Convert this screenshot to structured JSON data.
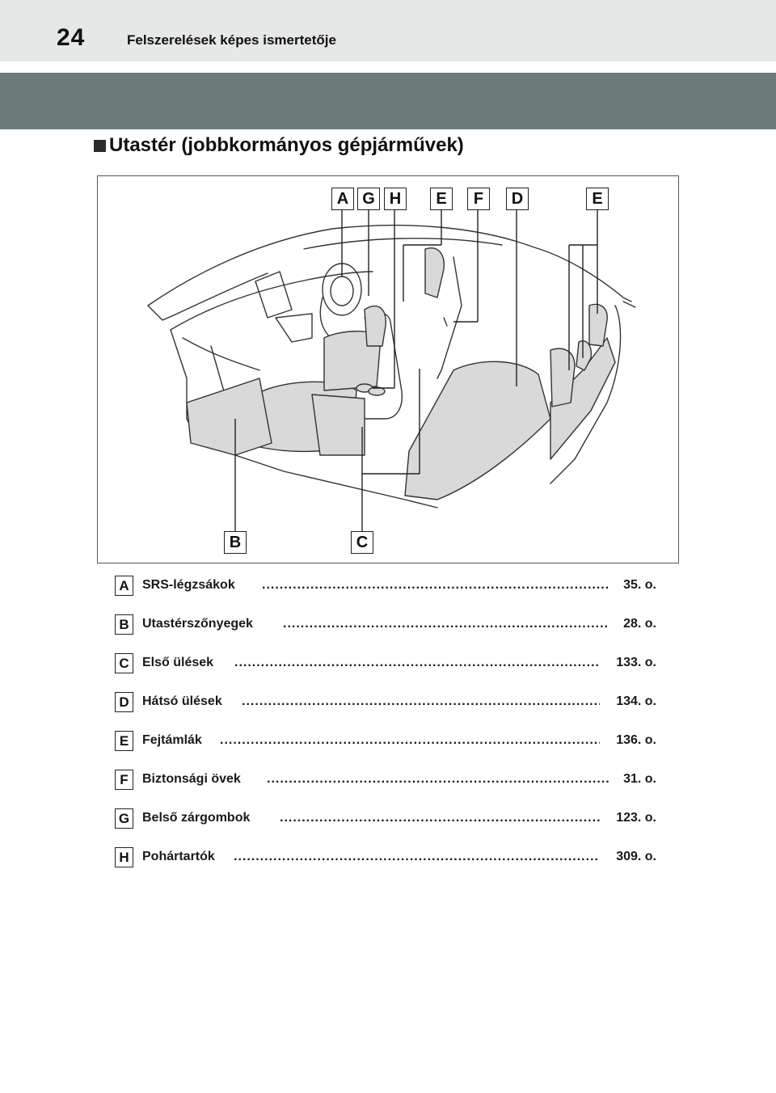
{
  "header": {
    "page_number": "24",
    "title": "Felszerelések képes ismertetője"
  },
  "section": {
    "title": "Utastér (jobbkormányos gépjárművek)"
  },
  "figure": {
    "callouts_top": [
      "A",
      "G",
      "H",
      "E",
      "F",
      "D",
      "E"
    ],
    "callouts_bottom": [
      "B",
      "C"
    ]
  },
  "legend": [
    {
      "letter": "A",
      "label": "SRS-légzsákok",
      "page": "35. o."
    },
    {
      "letter": "B",
      "label": "Utastérszőnyegek",
      "page": "28. o."
    },
    {
      "letter": "C",
      "label": "Első ülések",
      "page": "133. o."
    },
    {
      "letter": "D",
      "label": "Hátsó ülések",
      "page": "134. o."
    },
    {
      "letter": "E",
      "label": "Fejtámlák",
      "page": "136. o."
    },
    {
      "letter": "F",
      "label": "Biztonsági övek",
      "page": "31. o."
    },
    {
      "letter": "G",
      "label": "Belső zárgombok",
      "page": "123. o."
    },
    {
      "letter": "H",
      "label": "Pohártartók",
      "page": "309. o."
    }
  ],
  "colors": {
    "header_bg": "#e6e8e8",
    "band": "#6e7b7b",
    "highlight_fill": "#d9d9d9"
  }
}
